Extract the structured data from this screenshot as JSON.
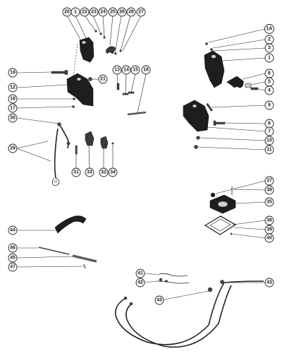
{
  "callouts": {
    "c20": "20",
    "c1a": "1",
    "c22": "22",
    "c23": "23",
    "c24": "24",
    "c25": "25",
    "c26": "26",
    "c28": "28",
    "c27": "27",
    "c19": "19",
    "c21": "21",
    "c12": "12",
    "c18": "18",
    "c17": "17",
    "c13": "13",
    "c14": "14",
    "c15": "15",
    "c16": "16",
    "c30": "30",
    "c29": "29",
    "c31": "31",
    "c33": "33",
    "c32": "32",
    "c34": "34",
    "c1A": "1A",
    "c2": "2",
    "c3": "3",
    "c1b": "1",
    "c6": "6",
    "c5": "5",
    "c4": "4",
    "c9": "9",
    "c8": "8",
    "c7": "7",
    "c10": "10",
    "c11": "11",
    "c37": "37",
    "c38": "38",
    "c35": "35",
    "c36": "36",
    "c39": "39",
    "c40": "40",
    "c44": "44",
    "c46": "46",
    "c45": "45",
    "c47": "47",
    "c41": "41",
    "c42": "42",
    "c43a": "43",
    "c43b": "43"
  }
}
